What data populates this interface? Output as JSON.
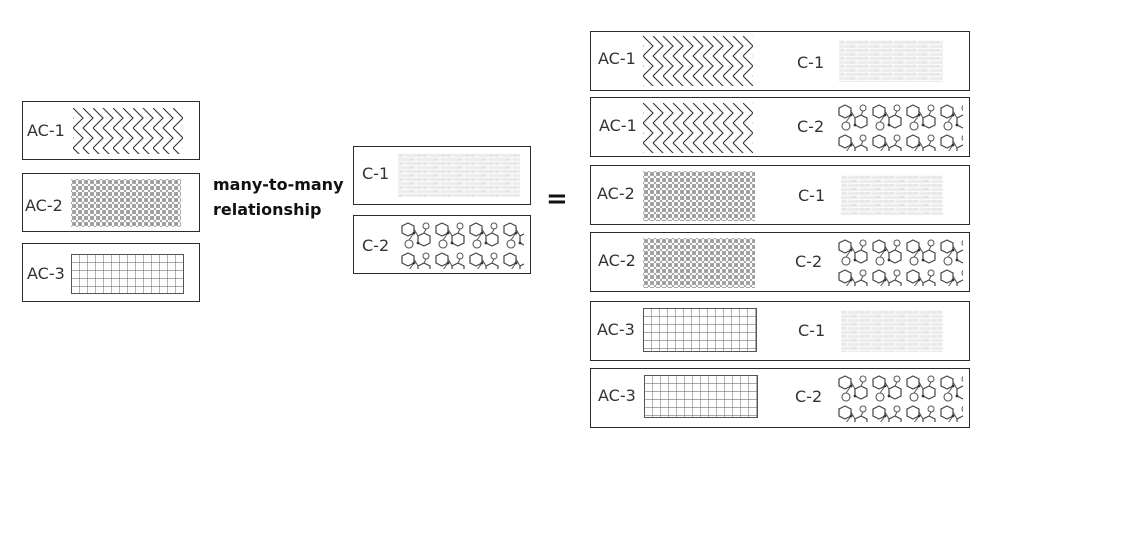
{
  "caption": {
    "line1": "many-to-many",
    "line2": "relationship"
  },
  "operator": "=",
  "left_items": [
    {
      "label": "AC-1",
      "pattern": "herringbone"
    },
    {
      "label": "AC-2",
      "pattern": "dense-mesh"
    },
    {
      "label": "AC-3",
      "pattern": "grid"
    }
  ],
  "middle_items": [
    {
      "label": "C-1",
      "pattern": "brick-texture"
    },
    {
      "label": "C-2",
      "pattern": "cell-network"
    }
  ],
  "result_rows": [
    {
      "ac_label": "AC-1",
      "ac_pattern": "herringbone",
      "c_label": "C-1",
      "c_pattern": "brick-texture"
    },
    {
      "ac_label": "AC-1",
      "ac_pattern": "herringbone",
      "c_label": "C-2",
      "c_pattern": "cell-network"
    },
    {
      "ac_label": "AC-2",
      "ac_pattern": "dense-mesh",
      "c_label": "C-1",
      "c_pattern": "brick-texture"
    },
    {
      "ac_label": "AC-2",
      "ac_pattern": "dense-mesh",
      "c_label": "C-2",
      "c_pattern": "cell-network"
    },
    {
      "ac_label": "AC-3",
      "ac_pattern": "grid",
      "c_label": "C-1",
      "c_pattern": "brick-texture"
    },
    {
      "ac_label": "AC-3",
      "ac_pattern": "grid",
      "c_label": "C-2",
      "c_pattern": "cell-network"
    }
  ]
}
